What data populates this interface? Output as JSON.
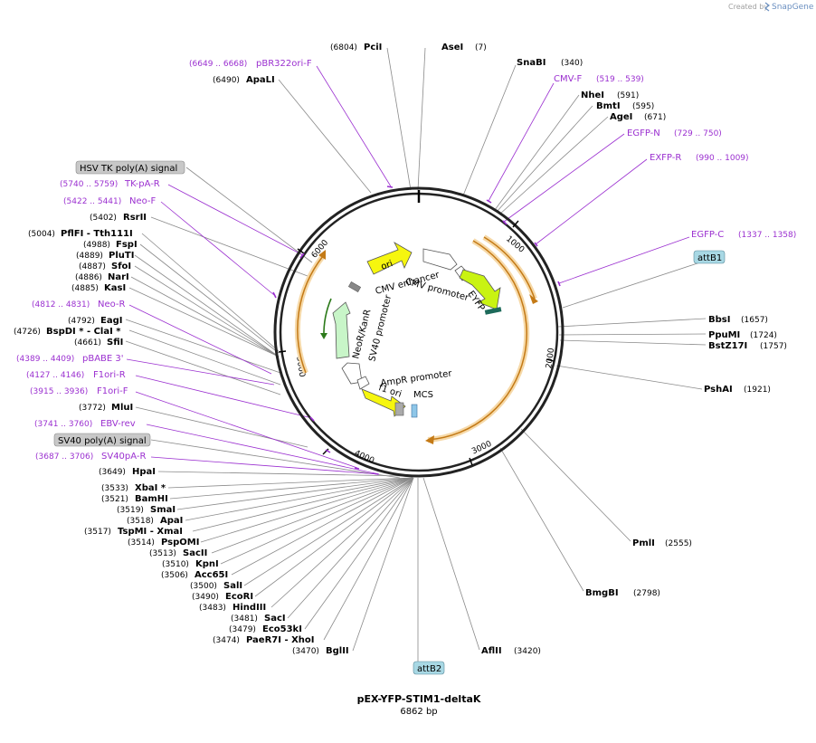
{
  "credit": {
    "created_by": "Created by",
    "brand": "SnapGene"
  },
  "plasmid": {
    "name": "pEX-YFP-STIM1-deltaK",
    "length": "6862 bp"
  },
  "sites_left": [
    {
      "name": "ApaLI",
      "pos": "(6490)"
    },
    {
      "name": "PciI",
      "pos": "(6804)"
    },
    {
      "name": "RsrII",
      "pos": "(5402)"
    },
    {
      "name": "PflFI  - Tth111I",
      "pos": "(5004)"
    },
    {
      "name": "FspI",
      "pos": "(4988)"
    },
    {
      "name": "PluTI",
      "pos": "(4889)"
    },
    {
      "name": "SfoI",
      "pos": "(4887)"
    },
    {
      "name": "NarI",
      "pos": "(4886)"
    },
    {
      "name": "KasI",
      "pos": "(4885)"
    },
    {
      "name": "EagI",
      "pos": "(4792)"
    },
    {
      "name": "BspDI *  - ClaI *",
      "pos": "(4726)"
    },
    {
      "name": "SfiI",
      "pos": "(4661)"
    },
    {
      "name": "MluI",
      "pos": "(3772)"
    },
    {
      "name": "HpaI",
      "pos": "(3649)"
    },
    {
      "name": "XbaI *",
      "pos": "(3533)"
    },
    {
      "name": "BamHI",
      "pos": "(3521)"
    },
    {
      "name": "SmaI",
      "pos": "(3519)"
    },
    {
      "name": "ApaI",
      "pos": "(3518)"
    },
    {
      "name": "TspMI  - XmaI",
      "pos": "(3517)"
    },
    {
      "name": "PspOMI",
      "pos": "(3514)"
    },
    {
      "name": "SacII",
      "pos": "(3513)"
    },
    {
      "name": "KpnI",
      "pos": "(3510)"
    },
    {
      "name": "Acc65I",
      "pos": "(3506)"
    },
    {
      "name": "SalI",
      "pos": "(3500)"
    },
    {
      "name": "EcoRI",
      "pos": "(3490)"
    },
    {
      "name": "HindIII",
      "pos": "(3483)"
    },
    {
      "name": "SacI",
      "pos": "(3481)"
    },
    {
      "name": "Eco53kI",
      "pos": "(3479)"
    },
    {
      "name": "PaeR7I   - XhoI",
      "pos": "(3474)"
    },
    {
      "name": "BglII",
      "pos": "(3470)"
    }
  ],
  "sites_right": [
    {
      "name": "AseI",
      "pos": "(7)"
    },
    {
      "name": "SnaBI",
      "pos": "(340)"
    },
    {
      "name": "NheI",
      "pos": "(591)"
    },
    {
      "name": "BmtI",
      "pos": "(595)"
    },
    {
      "name": "AgeI",
      "pos": "(671)"
    },
    {
      "name": "BbsI",
      "pos": "(1657)"
    },
    {
      "name": "PpuMI",
      "pos": "(1724)"
    },
    {
      "name": "BstZ17I",
      "pos": "(1757)"
    },
    {
      "name": "PshAI",
      "pos": "(1921)"
    },
    {
      "name": "PmlI",
      "pos": "(2555)"
    },
    {
      "name": "BmgBI",
      "pos": "(2798)"
    },
    {
      "name": "AflII",
      "pos": "(3420)"
    }
  ],
  "primers": [
    {
      "name": "pBR322ori-F",
      "range": "(6649 .. 6668)"
    },
    {
      "name": "CMV-F",
      "range": "(519 .. 539)"
    },
    {
      "name": "EGFP-N",
      "range": "(729 .. 750)"
    },
    {
      "name": "EXFP-R",
      "range": "(990 .. 1009)"
    },
    {
      "name": "EGFP-C",
      "range": "(1337 .. 1358)"
    },
    {
      "name": "TK-pA-R",
      "range": "(5740 .. 5759)"
    },
    {
      "name": "Neo-F",
      "range": "(5422 .. 5441)"
    },
    {
      "name": "Neo-R",
      "range": "(4812 .. 4831)"
    },
    {
      "name": "pBABE 3'",
      "range": "(4389 .. 4409)"
    },
    {
      "name": "F1ori-R",
      "range": "(4127 .. 4146)"
    },
    {
      "name": "F1ori-F",
      "range": "(3915 .. 3936)"
    },
    {
      "name": "EBV-rev",
      "range": "(3741 .. 3760)"
    },
    {
      "name": "SV40pA-R",
      "range": "(3687 .. 3706)"
    }
  ],
  "boxed": [
    {
      "name": "HSV TK poly(A) signal"
    },
    {
      "name": "SV40 poly(A) signal"
    },
    {
      "name": "attB1"
    },
    {
      "name": "attB2"
    }
  ],
  "features": {
    "ori": "ori",
    "cmv_enhancer": "CMV enhancer",
    "cmv_promoter": "CMV promoter",
    "eyfp": "EYFP",
    "neokanr": "NeoR/KanR",
    "sv40_promoter": "SV40 promoter",
    "ampr_promoter": "AmpR promoter",
    "f1_ori": "f1 ori",
    "mcs": "MCS"
  },
  "ticks": [
    "1000",
    "2000",
    "3000",
    "4000",
    "5000",
    "6000"
  ]
}
